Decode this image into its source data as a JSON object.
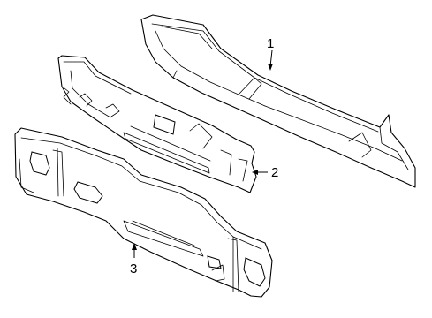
{
  "callouts": {
    "part1": "1",
    "part2": "2",
    "part3": "3"
  },
  "colors": {
    "line": "#000000",
    "background": "#ffffff"
  }
}
